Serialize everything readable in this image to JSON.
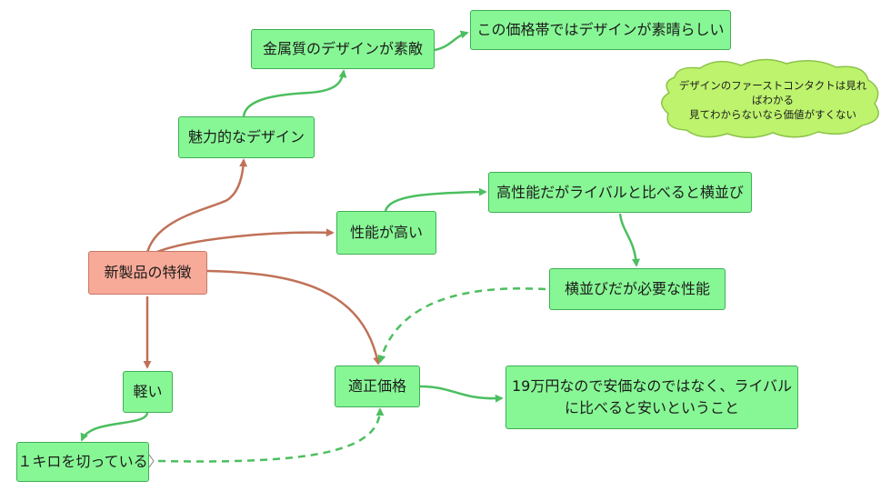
{
  "nodes": {
    "root": "新製品の特徴",
    "design": "魅力的なデザイン",
    "metal": "金属質のデザインが素敵",
    "price_design": "この価格帯ではデザインが素晴らしい",
    "perf": "性能が高い",
    "perf_compare": "高性能だがライバルと比べると横並び",
    "perf_needed": "横並びだが必要な性能",
    "light": "軽い",
    "one_kilo": "１キロを切っている",
    "fair_price": "適正価格",
    "cheap_line1": "19万円なので安価なのではなく、ライバル",
    "cheap_line2": "に比べると安いということ"
  },
  "note": {
    "line1": "デザインのファーストコンタクトは見れ",
    "line2": "ばわかる",
    "line3": "見てわからないなら価値がすくない"
  },
  "colors": {
    "node_fill": "#87f795",
    "node_border": "#3fae55",
    "root_fill": "#f8aa98",
    "root_border": "#c77868",
    "edge_green": "#4bbf5f",
    "edge_brown": "#c07158",
    "note_fill": "#bdf36d",
    "note_border": "#8cc34a"
  }
}
